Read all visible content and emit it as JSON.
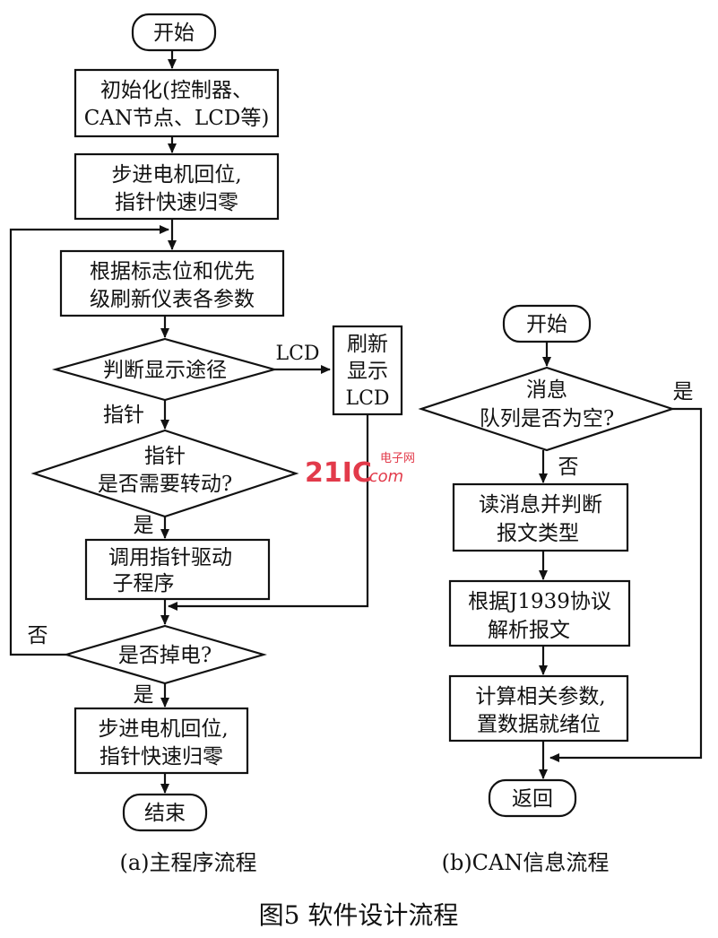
{
  "flow_a": {
    "start": "开始",
    "init_line1": "初始化(控制器、",
    "init_line2": "CAN节点、LCD等)",
    "home_line1": "步进电机回位,",
    "home_line2": "指针快速归零",
    "refresh_line1": "根据标志位和优先",
    "refresh_line2": "级刷新仪表各参数",
    "judge_path": "判断显示途径",
    "lcd_label": "LCD",
    "lcd_box_line1": "刷新",
    "lcd_box_line2": "显示",
    "lcd_box_line3": "LCD",
    "pointer_label": "指针",
    "need_line1": "指针",
    "need_line2": "是否需要转动?",
    "yes1": "是",
    "call_line1": "调用指针驱动",
    "call_line2": "子程序",
    "no_label": "否",
    "power_off": "是否掉电?",
    "yes2": "是",
    "end_home_line1": "步进电机回位,",
    "end_home_line2": "指针快速归零",
    "end": "结束",
    "caption": "(a)主程序流程"
  },
  "flow_b": {
    "start": "开始",
    "queue_line1": "消息",
    "queue_line2": "队列是否为空?",
    "yes": "是",
    "no": "否",
    "read_line1": "读消息并判断",
    "read_line2": "报文类型",
    "parse_line1": "根据J1939协议",
    "parse_line2": "解析报文",
    "calc_line1": "计算相关参数,",
    "calc_line2": "置数据就绪位",
    "return": "返回",
    "caption": "(b)CAN信息流程"
  },
  "figure_title": "图5  软件设计流程",
  "watermark": {
    "logo": "21IC",
    "top": "电子网",
    "bottom": ".com"
  }
}
